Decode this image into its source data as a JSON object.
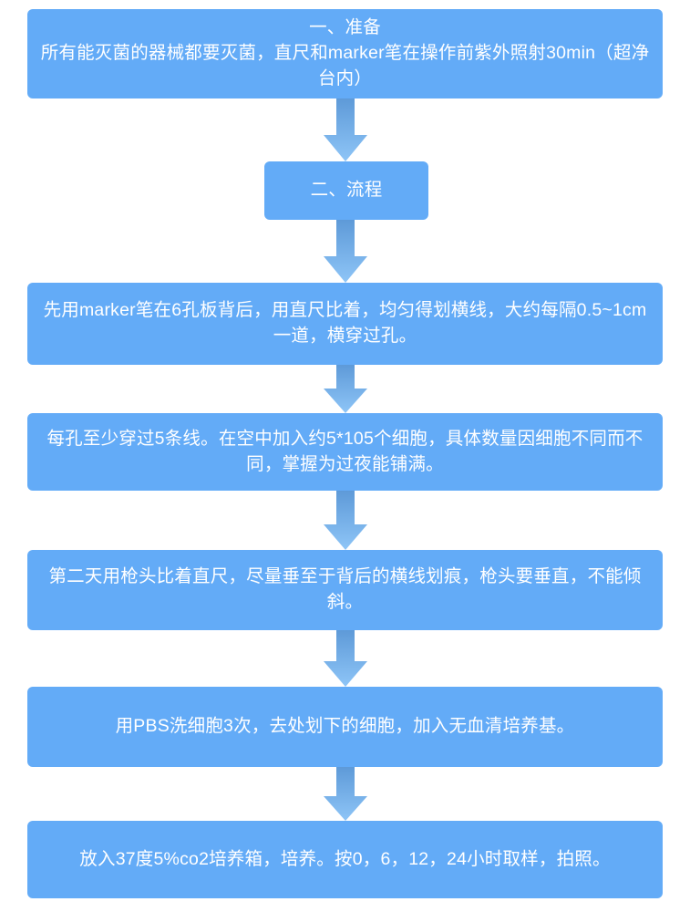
{
  "diagram": {
    "title_hidden": "",
    "background_color": "#ffffff",
    "node_fill_color": "#63abf7",
    "node_text_color": "#ffffff",
    "arrow_gradient_top": "#5e9ad8",
    "arrow_gradient_bottom": "#8ec5f7",
    "nodes": [
      {
        "id": "prepare",
        "text": "一、准备\n所有能灭菌的器械都要灭菌，直尺和marker笔在操作前紫外照射30min（超净台内）"
      },
      {
        "id": "process",
        "text": "二、流程"
      },
      {
        "id": "draw-lines",
        "text": "先用marker笔在6孔板背后，用直尺比着，均匀得划横线，大约每隔0.5~1cm一道，横穿过孔。"
      },
      {
        "id": "seed-cells",
        "text": "每孔至少穿过5条线。在空中加入约5*105个细胞，具体数量因细胞不同而不同，掌握为过夜能铺满。"
      },
      {
        "id": "scratch",
        "text": "第二天用枪头比着直尺，尽量垂至于背后的横线划痕，枪头要垂直，不能倾斜。"
      },
      {
        "id": "wash",
        "text": "用PBS洗细胞3次，去处划下的细胞，加入无血清培养基。"
      },
      {
        "id": "incubate",
        "text": "放入37度5%co2培养箱，培养。按0，6，12，24小时取样，拍照。"
      }
    ],
    "connectors": [
      {
        "id": "arrow-1",
        "from": "prepare",
        "to": "process",
        "icon": "arrow-down-icon"
      },
      {
        "id": "arrow-2",
        "from": "process",
        "to": "draw-lines",
        "icon": "arrow-down-icon"
      },
      {
        "id": "arrow-3",
        "from": "draw-lines",
        "to": "seed-cells",
        "icon": "arrow-down-icon"
      },
      {
        "id": "arrow-4",
        "from": "seed-cells",
        "to": "scratch",
        "icon": "arrow-down-icon"
      },
      {
        "id": "arrow-5",
        "from": "scratch",
        "to": "wash",
        "icon": "arrow-down-icon"
      },
      {
        "id": "arrow-6",
        "from": "wash",
        "to": "incubate",
        "icon": "arrow-down-icon"
      }
    ]
  }
}
